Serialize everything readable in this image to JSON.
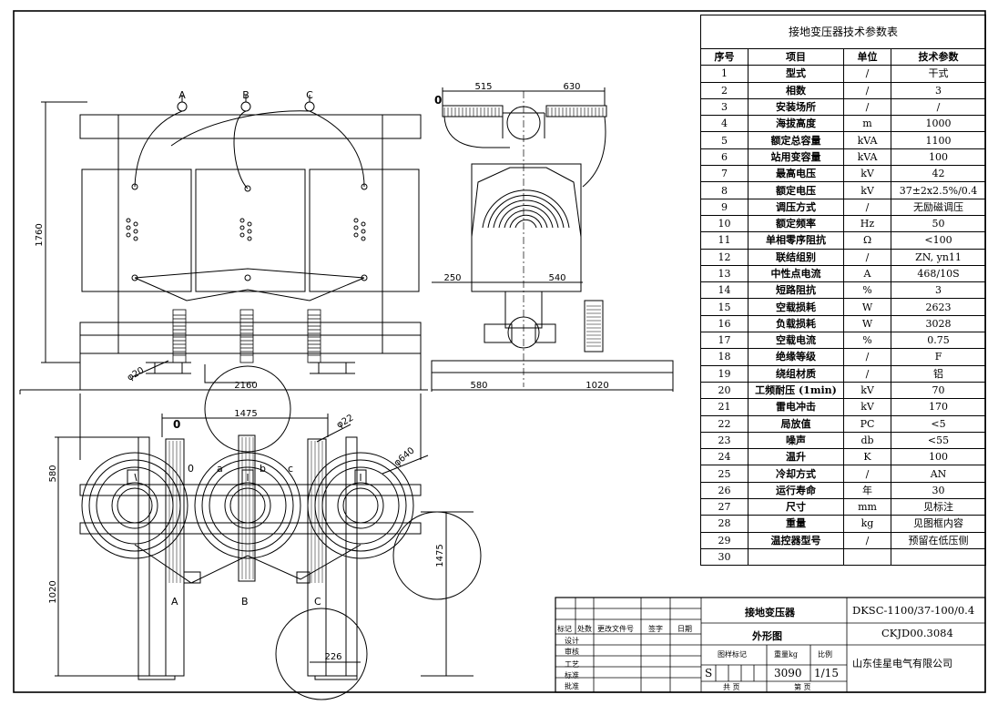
{
  "table": {
    "title": "接地变压器技术参数表",
    "headers": [
      "序号",
      "项目",
      "单位",
      "技术参数"
    ],
    "rows": [
      [
        "1",
        "型式",
        "/",
        "干式"
      ],
      [
        "2",
        "相数",
        "/",
        "3"
      ],
      [
        "3",
        "安装场所",
        "/",
        "/"
      ],
      [
        "4",
        "海拔高度",
        "m",
        "1000"
      ],
      [
        "5",
        "额定总容量",
        "kVA",
        "1100"
      ],
      [
        "6",
        "站用变容量",
        "kVA",
        "100"
      ],
      [
        "7",
        "最高电压",
        "kV",
        "42"
      ],
      [
        "8",
        "额定电压",
        "kV",
        "37±2x2.5%/0.4"
      ],
      [
        "9",
        "调压方式",
        "/",
        "无励磁调压"
      ],
      [
        "10",
        "额定频率",
        "Hz",
        "50"
      ],
      [
        "11",
        "单相零序阻抗",
        "Ω",
        "<100"
      ],
      [
        "12",
        "联结组别",
        "/",
        "ZN, yn11"
      ],
      [
        "13",
        "中性点电流",
        "A",
        "468/10S"
      ],
      [
        "14",
        "短路阻抗",
        "%",
        "3"
      ],
      [
        "15",
        "空载损耗",
        "W",
        "2623"
      ],
      [
        "16",
        "负载损耗",
        "W",
        "3028"
      ],
      [
        "17",
        "空载电流",
        "%",
        "0.75"
      ],
      [
        "18",
        "绝缘等级",
        "/",
        "F"
      ],
      [
        "19",
        "绕组材质",
        "/",
        "铝"
      ],
      [
        "20",
        "工频耐压 (1min)",
        "kV",
        "70"
      ],
      [
        "21",
        "雷电冲击",
        "kV",
        "170"
      ],
      [
        "22",
        "局放值",
        "PC",
        "<5"
      ],
      [
        "23",
        "噪声",
        "db",
        "<55"
      ],
      [
        "24",
        "温升",
        "K",
        "100"
      ],
      [
        "25",
        "冷却方式",
        "/",
        "AN"
      ],
      [
        "26",
        "运行寿命",
        "年",
        "30"
      ],
      [
        "27",
        "尺寸",
        "mm",
        "见标注"
      ],
      [
        "28",
        "重量",
        "kg",
        "见图框内容"
      ],
      [
        "29",
        "温控器型号",
        "/",
        "预留在低压侧"
      ],
      [
        "30",
        "",
        "",
        ""
      ]
    ]
  },
  "title_block": {
    "product_name": "接地变压器",
    "drawing_name": "外形图",
    "model": "DKSC-1100/37-100/0.4",
    "drawing_number": "CKJD00.3084",
    "company": "山东佳星电气有限公司",
    "rev_headers": [
      "标记",
      "处数",
      "更改文件号",
      "签字",
      "日期"
    ],
    "roles": [
      "设计",
      "审核",
      "工艺",
      "标准",
      "批准"
    ],
    "stage_label": "图样标记",
    "weight_label": "重量kg",
    "scale_label": "比例",
    "stage_value": "S",
    "weight_value": "3090",
    "scale_value": "1/15",
    "sheets_total_label": "共  页",
    "sheet_label": "第  页"
  },
  "front_view": {
    "phase_labels": [
      "A",
      "B",
      "C"
    ],
    "dim_height": "1760",
    "dim_width": "2160",
    "dim_hole": "φ20"
  },
  "side_view": {
    "neutral_label": "0",
    "dim_top_left": "515",
    "dim_top_right": "630",
    "dim_mid_left": "250",
    "dim_mid_right": "540",
    "dim_bottom_left": "580",
    "dim_bottom_right": "1020"
  },
  "plan_view": {
    "neutral_label": "0",
    "lv_labels": [
      "0",
      "a",
      "b",
      "c"
    ],
    "phase_labels": [
      "A",
      "B",
      "C"
    ],
    "dim_top": "1475",
    "dim_pipe": "φ22",
    "dim_core": "φ640",
    "dim_left_top": "580",
    "dim_left_bottom": "1020",
    "dim_right": "1475",
    "dim_rail": "226"
  },
  "colors": {
    "line": "#000000",
    "paper": "#ffffff"
  }
}
